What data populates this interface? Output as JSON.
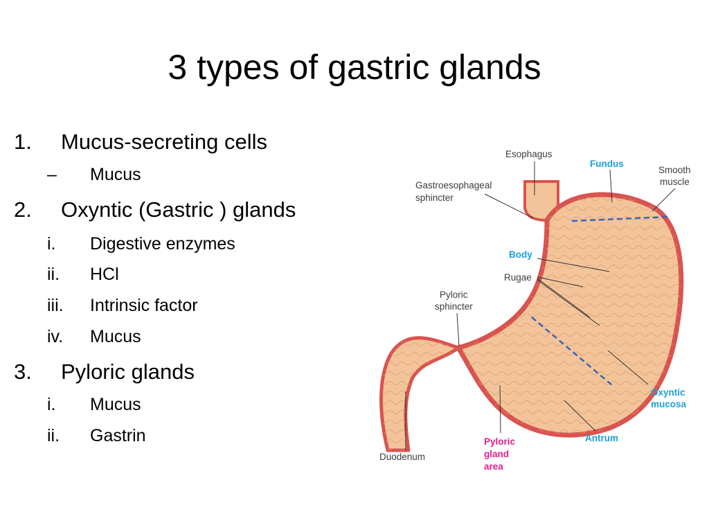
{
  "slide": {
    "title": "3 types of gastric glands",
    "items": [
      {
        "num": "1.",
        "text": "Mucus-secreting cells",
        "subitems": [
          {
            "num": "–",
            "text": "Mucus"
          }
        ]
      },
      {
        "num": "2.",
        "text": "Oxyntic (Gastric ) glands",
        "subitems": [
          {
            "num": "i.",
            "text": "Digestive enzymes"
          },
          {
            "num": "ii.",
            "text": "HCl"
          },
          {
            "num": "iii.",
            "text": "Intrinsic factor"
          },
          {
            "num": "iv.",
            "text": "Mucus"
          }
        ]
      },
      {
        "num": "3.",
        "text": "Pyloric glands",
        "subitems": [
          {
            "num": "i.",
            "text": "Mucus"
          },
          {
            "num": "ii.",
            "text": "Gastrin"
          }
        ]
      }
    ]
  },
  "diagram": {
    "labels": {
      "esophagus": "Esophagus",
      "fundus": "Fundus",
      "smooth_muscle_1": "Smooth",
      "smooth_muscle_2": "muscle",
      "ge_sphincter_1": "Gastroesophageal",
      "ge_sphincter_2": "sphincter",
      "body": "Body",
      "rugae": "Rugae",
      "pyloric_sphincter_1": "Pyloric",
      "pyloric_sphincter_2": "sphincter",
      "oxyntic_mucosa_1": "Oxyntic",
      "oxyntic_mucosa_2": "mucosa",
      "antrum": "Antrum",
      "pyloric_gland_area_1": "Pyloric",
      "pyloric_gland_area_2": "gland",
      "pyloric_gland_area_3": "area",
      "duodenum": "Duodenum"
    },
    "colors": {
      "wall": "#d9534f",
      "tissue": "#f3c49a",
      "label_blue": "#1aa0d8",
      "label_pink": "#e0208c",
      "label_gray": "#3c3c3c",
      "region_divider": "#3a64b8"
    }
  }
}
